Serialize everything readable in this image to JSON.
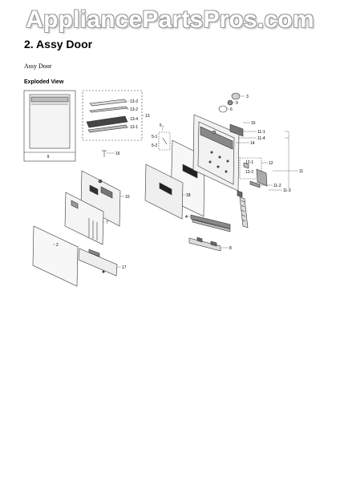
{
  "watermark": "AppliancePartsPros.com",
  "heading": "2.  Assy Door",
  "subtitle": "Assy Door",
  "section_label": "Exploded View",
  "callouts": {
    "inset": "9",
    "c13_3": "13-3",
    "c13_2": "13-2",
    "c13_4": "13-4",
    "c13_1": "13-1",
    "c13": "13",
    "c16": "16",
    "c5": "5",
    "c5_1": "5-1",
    "c5_2": "5-2",
    "c3": "3",
    "c9": "9",
    "c6": "6",
    "c15": "15",
    "c11_1": "11-1",
    "c11_4": "11-4",
    "c14": "14",
    "c12_1": "12-1",
    "c12": "12",
    "c12_2": "12-2",
    "c11": "11",
    "c11_2": "11-2",
    "c11_3": "11-3",
    "c10": "10",
    "c18": "18",
    "c7": "7",
    "c4": "4",
    "c8": "8",
    "c2": "2",
    "c17": "17"
  }
}
